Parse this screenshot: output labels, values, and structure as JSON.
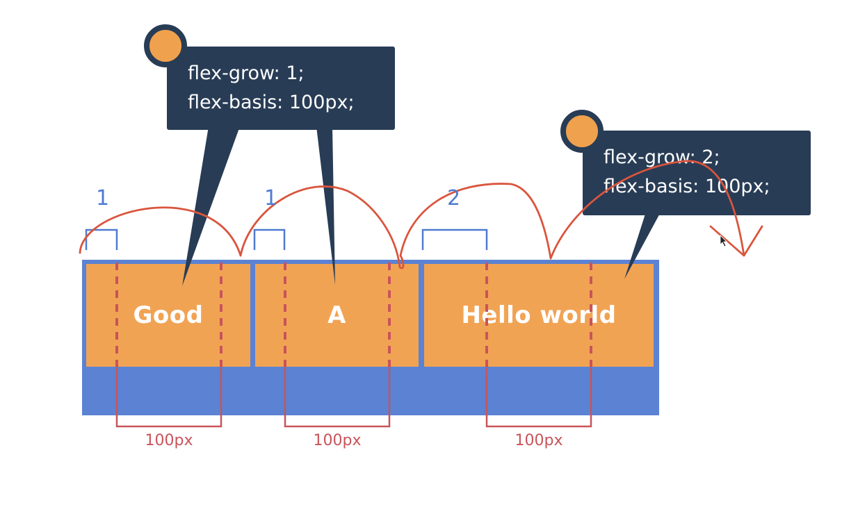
{
  "colors": {
    "container": "#5b82d3",
    "item": "#f1a354",
    "callout": "#283c55",
    "dot": "#f0a14e",
    "basis_guide": "#c8545a",
    "grow_bracket": "#4f7bd0",
    "annotation_stroke": "#d9553d"
  },
  "items": [
    {
      "label": "Good"
    },
    {
      "label": "A"
    },
    {
      "label": "Hello world"
    }
  ],
  "grow_labels": [
    "1",
    "1",
    "2"
  ],
  "basis_labels": [
    "100px",
    "100px",
    "100px"
  ],
  "callouts": [
    {
      "line1": "flex-grow: 1;",
      "line2": "flex-basis: 100px;"
    },
    {
      "line1": "flex-grow: 2;",
      "line2": "flex-basis: 100px;"
    }
  ]
}
